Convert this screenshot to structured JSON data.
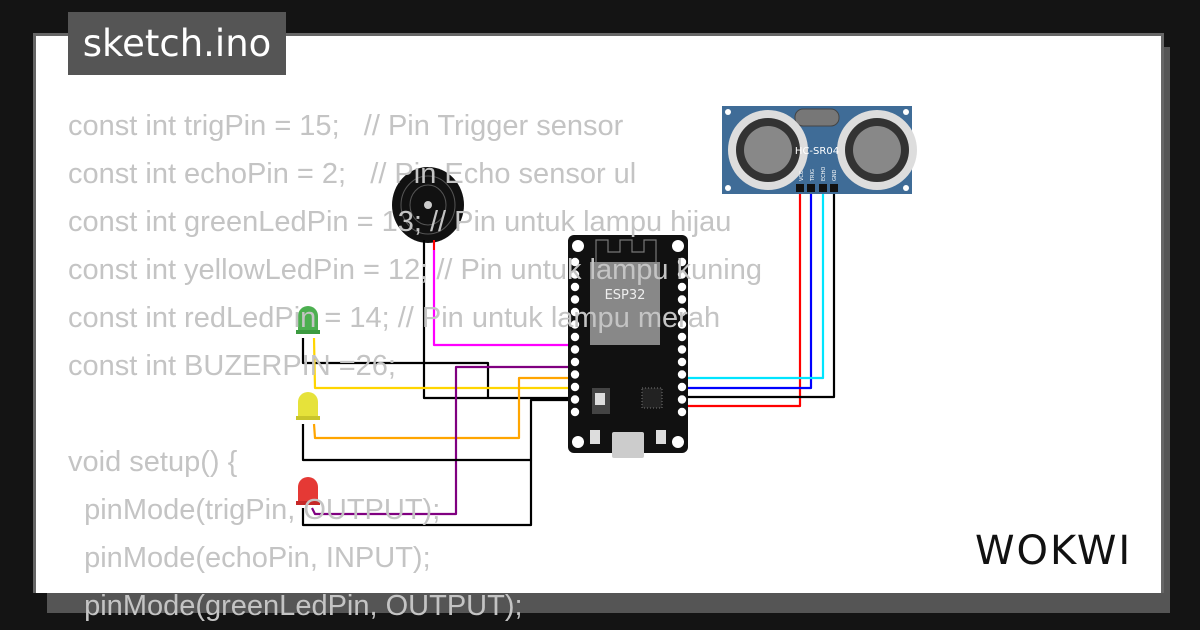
{
  "title": "sketch.ino",
  "code_lines": [
    "const int trigPin = 15;   // Pin Trigger sensor",
    "const int echoPin = 2;   // Pin Echo sensor ul",
    "const int greenLedPin = 13; // Pin untuk lampu hijau",
    "const int yellowLedPin = 12; // Pin untuk lampu kuning",
    "const int redLedPin = 14; // Pin untuk lampu merah",
    "const int BUZERPIN =26;",
    "",
    "void setup() {",
    "  pinMode(trigPin, OUTPUT);",
    "  pinMode(echoPin, INPUT);",
    "  pinMode(greenLedPin, OUTPUT);"
  ],
  "components": {
    "sensor_label": "HC-SR04",
    "sensor_pins": [
      "VCC",
      "TRIG",
      "ECHO",
      "GND"
    ],
    "mcu_label": "ESP32"
  },
  "logo": "WOKWI",
  "colors": {
    "wire_red": "#ff0000",
    "wire_blue": "#0000ff",
    "wire_cyan": "#00e5ff",
    "wire_black": "#000000",
    "wire_magenta": "#ff00ff",
    "wire_yellow": "#ffd500",
    "wire_orange": "#ffa500",
    "wire_purple": "#800080",
    "sensor_board": "#3f6c97"
  }
}
